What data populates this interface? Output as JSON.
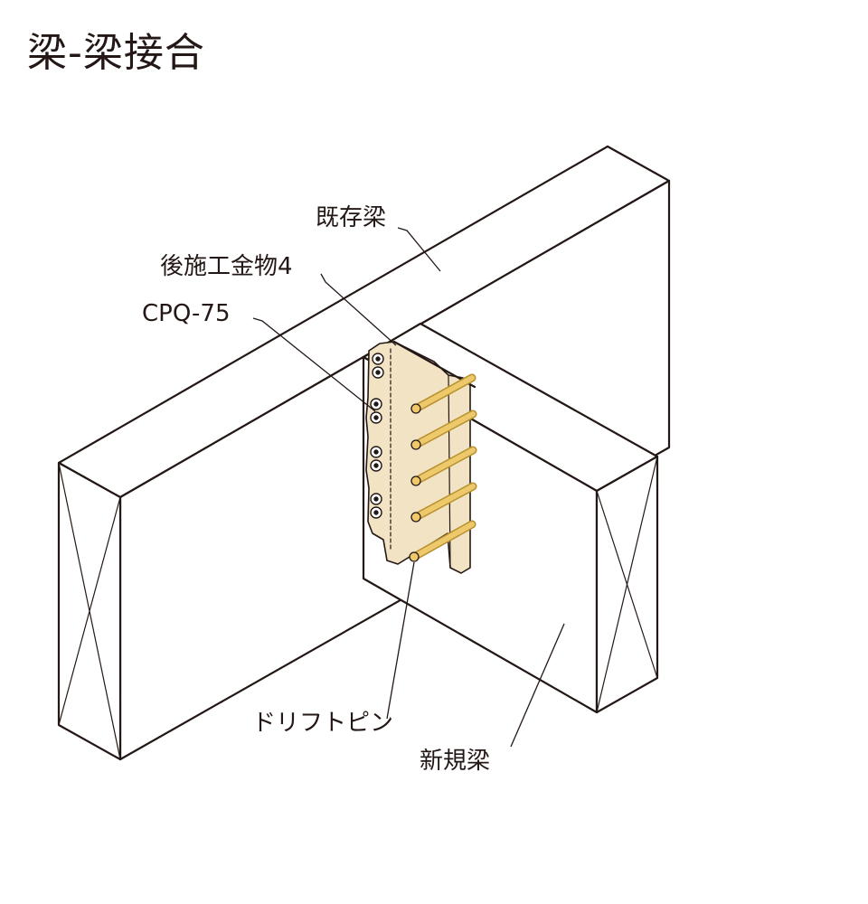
{
  "title": "梁-梁接合",
  "labels": {
    "existing_beam": "既存梁",
    "hardware": "後施工金物4",
    "model": "CPQ-75",
    "drift_pin": "ドリフトピン",
    "new_beam": "新規梁"
  },
  "colors": {
    "line": "#231815",
    "plate": "#f1e3c4",
    "pin": "#eec96b",
    "pin_edge": "#b8902e",
    "background": "#ffffff"
  }
}
